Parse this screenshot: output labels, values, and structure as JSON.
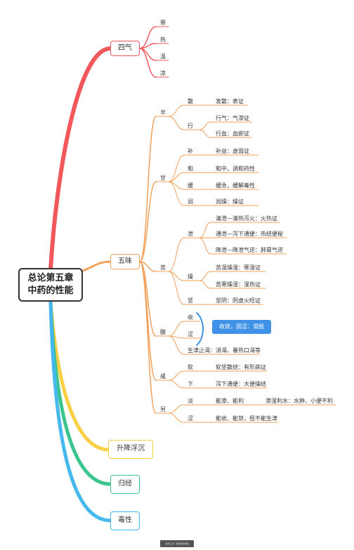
{
  "colors": {
    "red": "#f0585c",
    "orange": "#f3a05a",
    "yellow": "#f8cf45",
    "green": "#3cc48f",
    "blue": "#47b8ee",
    "callout": "#3f92e8"
  },
  "root": {
    "line1": "总论第五章",
    "line2": "中药的性能"
  },
  "siqi": {
    "label": "四气",
    "items": [
      "寒",
      "热",
      "温",
      "凉"
    ]
  },
  "wuwei": {
    "label": "五味",
    "xin": {
      "label": "辛",
      "san": "散",
      "san_desc": "发散：表证",
      "xing": "行",
      "xing_desc1": "行气：气滞证",
      "xing_desc2": "行血：血瘀证"
    },
    "gan": {
      "label": "甘",
      "bu": "补",
      "bu_desc": "补益：虚弱证",
      "he": "和",
      "he_desc": "和中，调和药性",
      "huan": "缓",
      "huan_desc": "缓急，缓解毒性",
      "run": "润",
      "run_desc": "润燥：燥证"
    },
    "ku": {
      "label": "苦",
      "xie": "泄",
      "xie_desc1": "清泄—清热泻火：火热证",
      "xie_desc2": "通泄—泻下通便：热结便秘",
      "xie_desc3": "降泄—降泄气逆：肺胃气逆",
      "zao": "燥",
      "zao_desc1": "苦温燥湿：寒湿证",
      "zao_desc2": "苦寒燥湿：湿热证",
      "jian": "坚",
      "jian_desc": "坚阴：阴虚火旺证"
    },
    "suan": {
      "label": "酸",
      "shou": "收",
      "se": "涩",
      "callout": "收敛，固涩：滑脱",
      "shengjin": "生津止渴：消渴、暑热口渴等"
    },
    "xian": {
      "label": "咸",
      "ruan": "软",
      "ruan_desc": "软坚散结：有形病证",
      "xia": "下",
      "xia_desc": "泻下通便：大便燥结"
    },
    "ling": {
      "label": "另",
      "dan": "淡",
      "dan_desc": "能渗、能利",
      "dan_desc2": "渗湿利水：水肿、小便不利",
      "se": "涩",
      "se_desc": "能收、能敛，但不能生津"
    }
  },
  "shengjiang": {
    "label": "升降浮沉"
  },
  "guijing": {
    "label": "归经"
  },
  "duxing": {
    "label": "毒性"
  },
  "footer": {
    "text": "软件工具：知犀思维导图"
  }
}
